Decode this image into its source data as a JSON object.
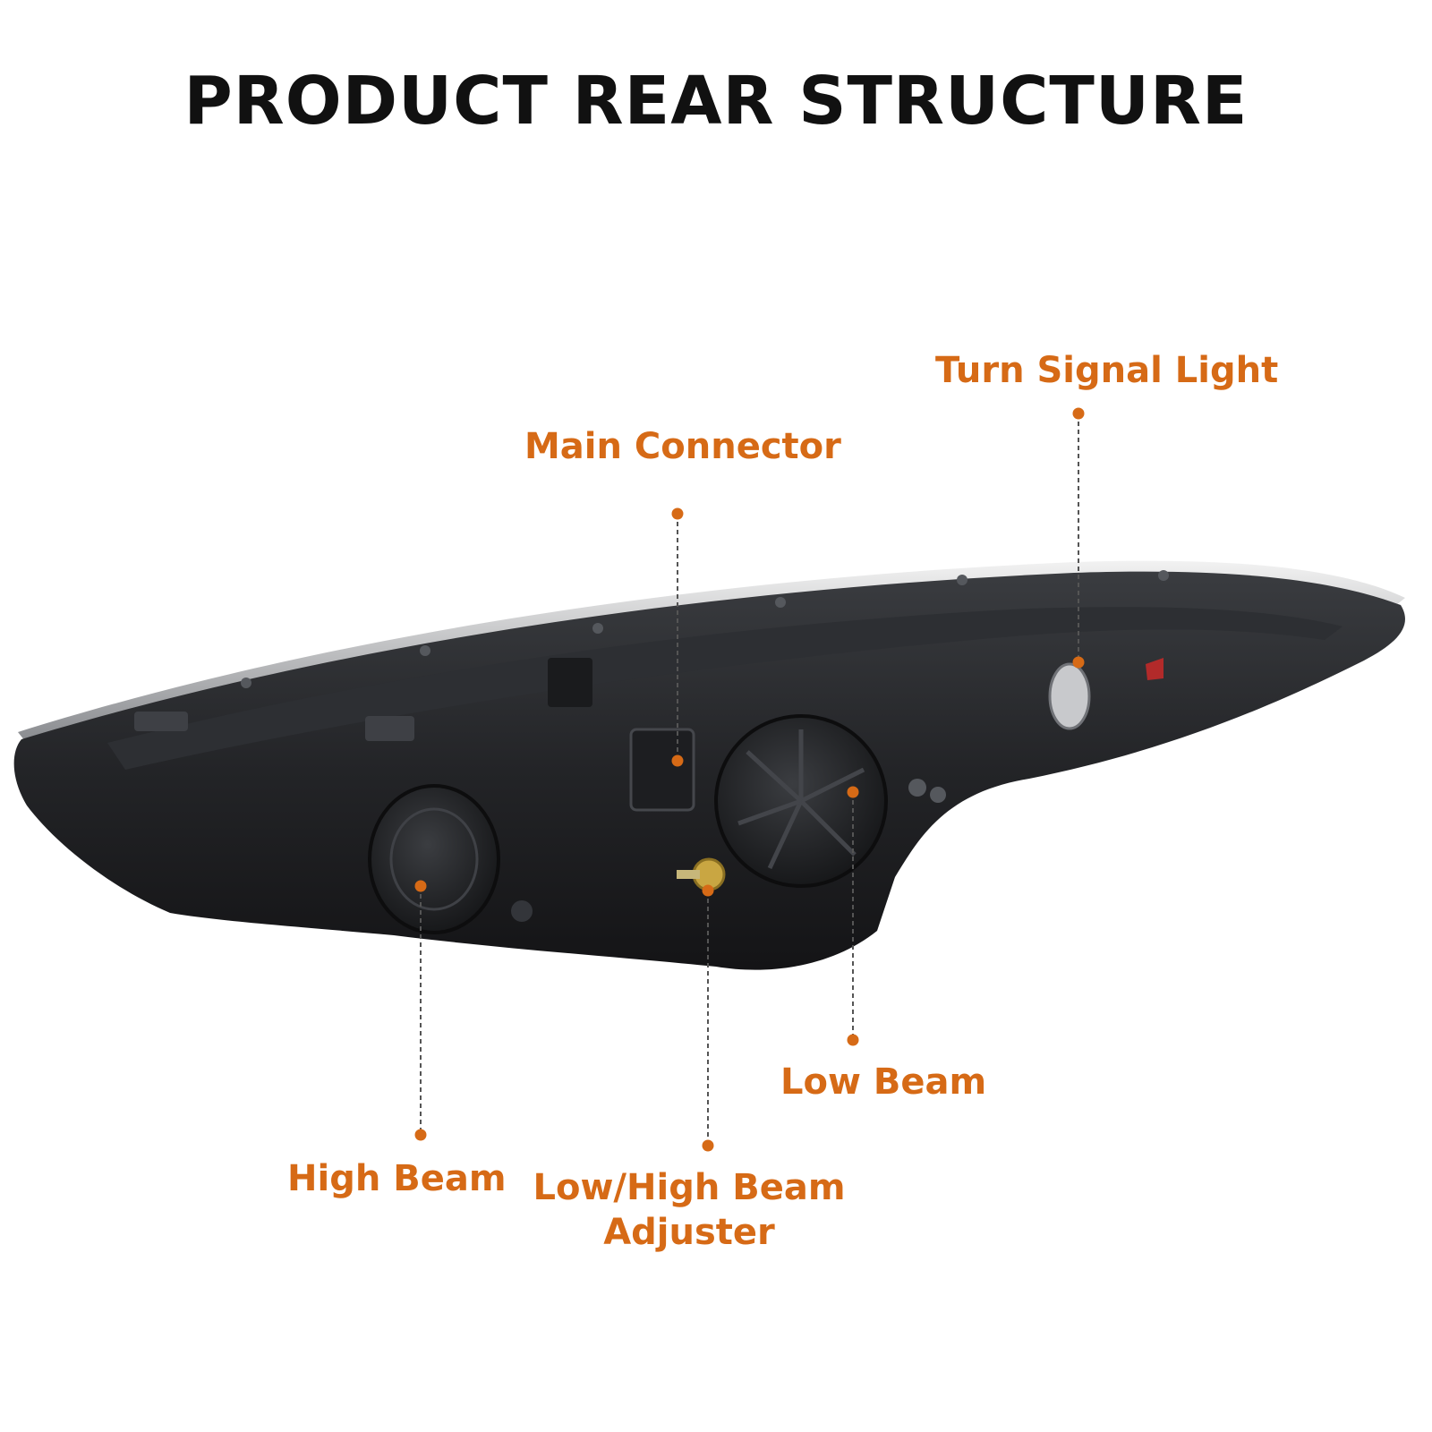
{
  "title": "PRODUCT REAR STRUCTURE",
  "accent_color": "#d66a16",
  "labels": {
    "turn_signal": "Turn Signal Light",
    "main_connector": "Main Connector",
    "low_beam": "Low Beam",
    "high_beam": "High Beam",
    "adjuster_line1": "Low/High Beam",
    "adjuster_line2": "Adjuster"
  }
}
